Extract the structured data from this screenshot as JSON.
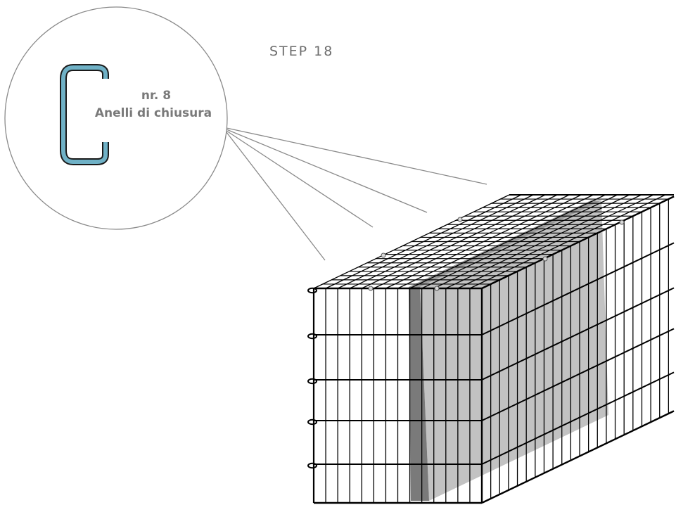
{
  "title": "STEP 18",
  "callout": {
    "count": "nr. 8",
    "label": "Anelli di chiusura",
    "ring_color": "#6fb1c6"
  },
  "colors": {
    "mesh": "#000000",
    "panel": "#c2c2c2",
    "panel_edge": "#7a7a7a",
    "leader": "#8a8a8a"
  }
}
